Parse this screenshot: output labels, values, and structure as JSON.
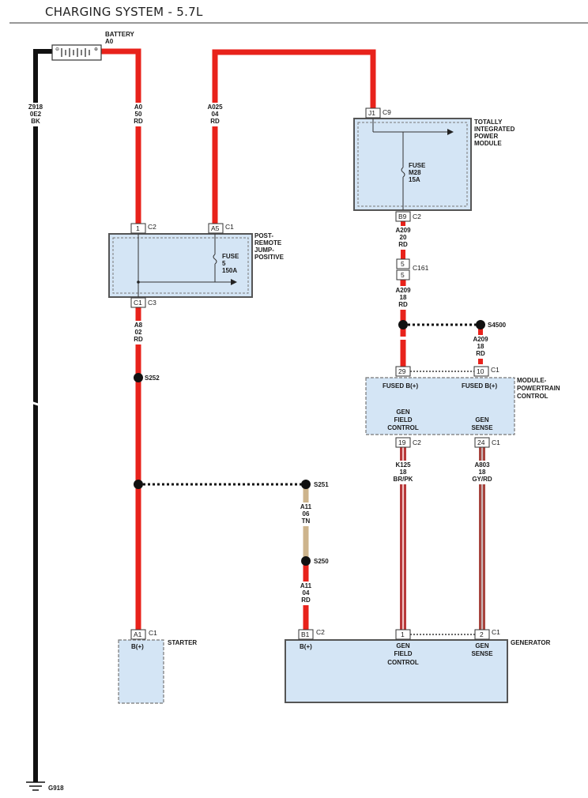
{
  "title": "CHARGING SYSTEM - 5.7L",
  "colors": {
    "red_wire": "#e8221b",
    "black_wire": "#111111",
    "tan_wire": "#cdb48c",
    "brpk_wire": "#b8393a",
    "gyrd_wire": "#a8443e",
    "component_fill": "#d4e5f5",
    "component_stroke": "#555555"
  },
  "battery": {
    "label_1": "BATTERY",
    "label_2": "A0"
  },
  "wires": {
    "z918": [
      "Z918",
      "0E2",
      "BK"
    ],
    "a0": [
      "A0",
      "50",
      "RD"
    ],
    "a025": [
      "A025",
      "04",
      "RD"
    ],
    "a209_upper": [
      "A209",
      "20",
      "RD"
    ],
    "a209_lower": [
      "A209",
      "18",
      "RD"
    ],
    "a209_s4500": [
      "A209",
      "18",
      "RD"
    ],
    "a8": [
      "A8",
      "02",
      "RD"
    ],
    "a11_tn": [
      "A11",
      "06",
      "TN"
    ],
    "a11_rd": [
      "A11",
      "04",
      "RD"
    ],
    "k125": [
      "K125",
      "18",
      "BR/PK"
    ],
    "a803": [
      "A803",
      "18",
      "GY/RD"
    ]
  },
  "tipm": {
    "name": [
      "TOTALLY",
      "INTEGRATED",
      "POWER",
      "MODULE"
    ],
    "fuse": [
      "FUSE",
      "M28",
      "15A"
    ],
    "pin_in": "J1",
    "conn_in": "C9",
    "pin_out": "B9",
    "conn_out": "C2"
  },
  "inline_connector": {
    "pin_top": "5",
    "pin_bottom": "5",
    "name": "C161"
  },
  "post_remote": {
    "name": [
      "POST-",
      "REMOTE",
      "JUMP-",
      "POSITIVE"
    ],
    "fuse": [
      "FUSE",
      "5",
      "150A"
    ],
    "pin1": "1",
    "conn1": "C2",
    "pin2": "A5",
    "conn2": "C1",
    "pin3": "C1",
    "conn3": "C3"
  },
  "splices": {
    "s4500": "S4500",
    "s252": "S252",
    "s251": "S251",
    "s250": "S250"
  },
  "pcm": {
    "name": [
      "MODULE-",
      "POWERTRAIN",
      "CONTROL"
    ],
    "pin_left": "29",
    "pin_right": "10",
    "conn_top": "C1",
    "fused_left": "FUSED B(+)",
    "fused_right": "FUSED B(+)",
    "gen_field": [
      "GEN",
      "FIELD",
      "CONTROL"
    ],
    "gen_sense": [
      "GEN",
      "SENSE"
    ],
    "pin_k125": "19",
    "conn_k125": "C2",
    "pin_a803": "24",
    "conn_a803": "C1"
  },
  "starter": {
    "pin": "A1",
    "conn": "C1",
    "terminal": "B(+)",
    "name": "STARTER"
  },
  "generator": {
    "name": "GENERATOR",
    "pin_b": "B1",
    "conn_b": "C2",
    "terminal": "B(+)",
    "pin_field": "1",
    "pin_sense": "2",
    "conn": "C1",
    "gen_field": [
      "GEN",
      "FIELD",
      "CONTROL"
    ],
    "gen_sense": [
      "GEN",
      "SENSE"
    ]
  },
  "ground": "G918"
}
